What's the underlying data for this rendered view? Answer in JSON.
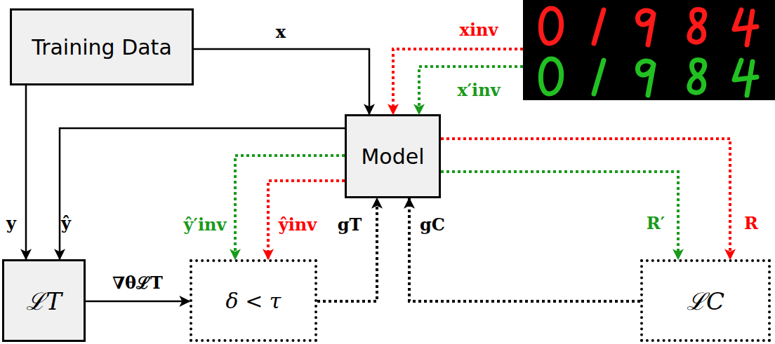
{
  "diagram": {
    "nodes": [
      {
        "text": [
          "Training Data"
        ]
      },
      {
        "text": [
          "Model"
        ]
      },
      {
        "text": [
          "ℒT"
        ]
      },
      {
        "text": [
          "δ < τ"
        ]
      },
      {
        "text": [
          "ℒC"
        ]
      }
    ],
    "edges": [
      {
        "from": 0,
        "to": 1,
        "label": "x",
        "arrow": "to"
      },
      {
        "from": 0,
        "to": 2,
        "label": "y",
        "arrow": "to"
      },
      {
        "from": 1,
        "to": 2,
        "label": "ŷ",
        "arrow": "to"
      },
      {
        "from": 2,
        "to": 3,
        "label": "∇θℒT",
        "arrow": "to"
      },
      {
        "from": 1,
        "to": 3,
        "label": "ŷ′inv",
        "arrow": "to"
      },
      {
        "from": 1,
        "to": 3,
        "label": "ŷinv",
        "arrow": "to"
      },
      {
        "from": 3,
        "to": 1,
        "label": "gT",
        "arrow": "to"
      },
      {
        "from": 4,
        "to": 1,
        "label": "gC",
        "arrow": "to"
      },
      {
        "from": 1,
        "to": 4,
        "label": "R′",
        "arrow": "to"
      },
      {
        "from": 1,
        "to": 4,
        "label": "R",
        "arrow": "to"
      }
    ],
    "labels": [
      "xinv",
      "x′inv"
    ]
  }
}
